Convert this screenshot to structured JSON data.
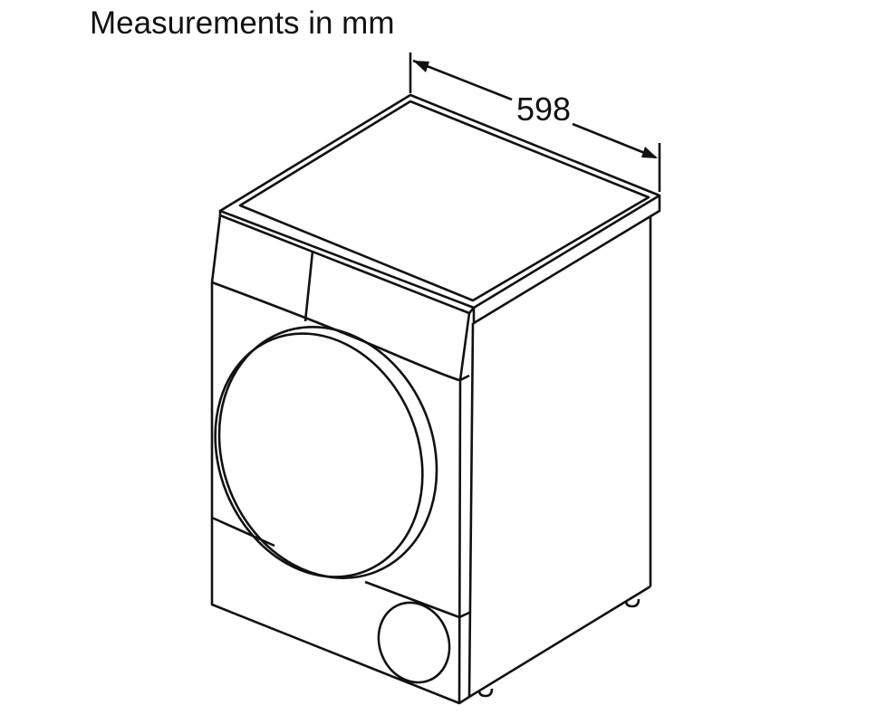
{
  "title": "Measurements in mm",
  "dimension": {
    "width_label": "598"
  },
  "subject": "dryer-outline"
}
